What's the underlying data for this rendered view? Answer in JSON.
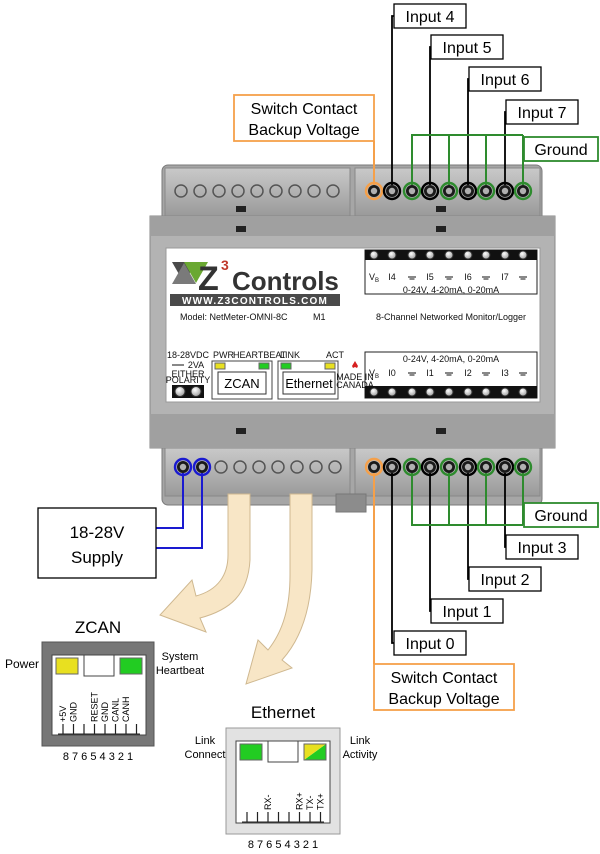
{
  "labels": {
    "input4": "Input 4",
    "input5": "Input 5",
    "input6": "Input 6",
    "input7": "Input 7",
    "ground_top": "Ground",
    "switch_top_1": "Switch Contact",
    "switch_top_2": "Backup Voltage",
    "ground_bottom": "Ground",
    "input3": "Input 3",
    "input2": "Input 2",
    "input1": "Input 1",
    "input0": "Input 0",
    "switch_bot_1": "Switch Contact",
    "switch_bot_2": "Backup Voltage",
    "supply_1": "18-28V",
    "supply_2": "Supply"
  },
  "device": {
    "logo_z": "Z",
    "logo_sup": "3",
    "logo_name": "Controls",
    "url": "WWW.Z3CONTROLS.COM",
    "model": "Model: NetMeter-OMNI-8C",
    "rev": "M1",
    "desc": "8-Channel Networked Monitor/Logger",
    "top_terms": [
      "V",
      "I4",
      "",
      "I5",
      "",
      "I6",
      "",
      "I7",
      ""
    ],
    "top_range": "0-24V, 4-20mA, 0-20mA",
    "bot_range": "0-24V, 4-20mA, 0-20mA",
    "bot_terms": [
      "V",
      "I0",
      "",
      "I1",
      "",
      "I2",
      "",
      "I3",
      ""
    ],
    "vb_sub": "B",
    "power_1": "18-28VDC",
    "power_2": "2VA",
    "power_3": "EITHER",
    "power_4": "POLARITY",
    "zcan_pwr": "PWR",
    "zcan_hb": "HEARTBEAT",
    "zcan": "ZCAN",
    "eth_link": "LINK",
    "eth_act": "ACT",
    "eth": "Ethernet",
    "made_1": "MADE IN",
    "made_2": "CANADA"
  },
  "zcan_detail": {
    "title": "ZCAN",
    "power": "Power",
    "heartbeat_1": "System",
    "heartbeat_2": "Heartbeat",
    "pins": [
      "+5V",
      "GND",
      "",
      "RESET",
      "GND",
      "CANL",
      "CANH"
    ],
    "numbers": "8 7 6 5 4 3 2 1"
  },
  "eth_detail": {
    "title": "Ethernet",
    "link_1": "Link",
    "link_2": "Connect",
    "act_1": "Link",
    "act_2": "Activity",
    "pins": [
      "RX-",
      "RX+",
      "TX-",
      "TX+"
    ],
    "numbers": "8 7 6 5 4 3 2 1"
  },
  "colors": {
    "green": "#2e8b2e",
    "orange": "#f5a04a",
    "blue": "#1a1ad0",
    "led_green": "#22cc22",
    "led_yellow": "#e8e020"
  }
}
